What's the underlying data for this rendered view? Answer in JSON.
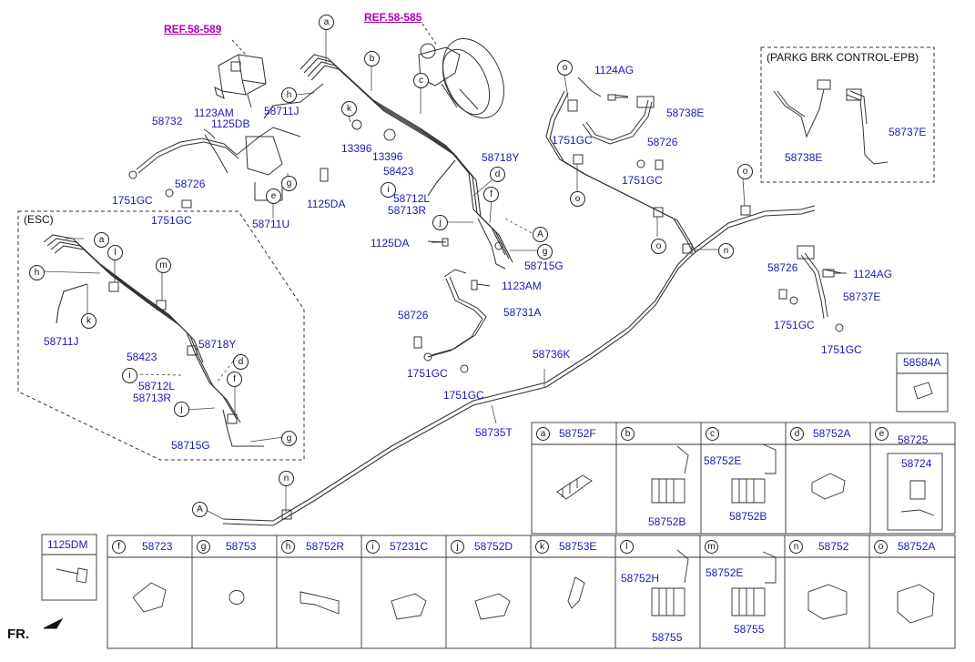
{
  "refs": [
    "REF.58-589",
    "REF.58-585"
  ],
  "group_labels": {
    "esc": "(ESC)",
    "epb": "(PARKG BRK CONTROL-EPB)"
  },
  "front_label": "FR.",
  "callout_letters": {
    "a1": "a",
    "b1": "b",
    "c1": "c",
    "h1": "h",
    "k1": "k",
    "e1": "e",
    "g1": "g",
    "d1": "d",
    "f1": "f",
    "i1": "i",
    "j1": "j",
    "A1": "A",
    "g2": "g",
    "o1": "o",
    "o2": "o",
    "o3": "o",
    "n1": "n",
    "o4": "o",
    "a2": "a",
    "l2": "l",
    "h2": "h",
    "m2": "m",
    "k2": "k",
    "d2": "d",
    "i2": "i",
    "f2": "f",
    "j2": "j",
    "g3": "g",
    "n2": "n",
    "A2": "A"
  },
  "parts": {
    "p58711J": "58711J",
    "p1123AM": "1123AM",
    "p58732": "58732",
    "p1125DB": "1125DB",
    "p13396a": "13396",
    "p13396b": "13396",
    "p58718Y": "58718Y",
    "p58423": "58423",
    "p58712L": "58712L",
    "p58713R": "58713R",
    "p1125DA_a": "1125DA",
    "p58711U": "58711U",
    "p58726_a": "58726",
    "p1751GC_a": "1751GC",
    "p1751GC_b": "1751GC",
    "p1125DA_b": "1125DA",
    "p58715G": "58715G",
    "p1123AM_b": "1123AM",
    "p58731A": "58731A",
    "p58726_b": "58726",
    "p1751GC_c": "1751GC",
    "p1751GC_d": "1751GC",
    "p58736K": "58736K",
    "p58735T": "58735T",
    "p1124AG_a": "1124AG",
    "p58738E": "58738E",
    "p1751GC_e": "1751GC",
    "p58726_c": "58726",
    "p1751GC_f": "1751GC",
    "p58738E_b": "58738E",
    "p58737E": "58737E",
    "p58726_d": "58726",
    "p1124AG_b": "1124AG",
    "p58737E_b": "58737E",
    "p1751GC_g": "1751GC",
    "p1751GC_h": "1751GC",
    "p58584A": "58584A",
    "esc58711J": "58711J",
    "esc58718Y": "58718Y",
    "esc58423": "58423",
    "esc58712L": "58712L",
    "esc58713R": "58713R",
    "esc58715G": "58715G",
    "p1125DM": "1125DM"
  },
  "legend_top": [
    {
      "letter": "a",
      "code": "58752F",
      "subs": []
    },
    {
      "letter": "b",
      "code": "",
      "subs": [
        "58752B"
      ]
    },
    {
      "letter": "c",
      "code": "",
      "subs": [
        "58752E",
        "58752B"
      ]
    },
    {
      "letter": "d",
      "code": "58752A",
      "subs": []
    },
    {
      "letter": "e",
      "code": "58725",
      "subs": [
        "58724"
      ]
    }
  ],
  "legend_bottom": [
    {
      "letter": "f",
      "code": "58723",
      "subs": []
    },
    {
      "letter": "g",
      "code": "58753",
      "subs": []
    },
    {
      "letter": "h",
      "code": "58752R",
      "subs": []
    },
    {
      "letter": "i",
      "code": "57231C",
      "subs": []
    },
    {
      "letter": "j",
      "code": "58752D",
      "subs": []
    },
    {
      "letter": "k",
      "code": "58753E",
      "subs": []
    },
    {
      "letter": "l",
      "code": "",
      "subs": [
        "58752H",
        "58755"
      ]
    },
    {
      "letter": "m",
      "code": "",
      "subs": [
        "58752E",
        "58755"
      ]
    },
    {
      "letter": "n",
      "code": "58752",
      "subs": []
    },
    {
      "letter": "o",
      "code": "58752A",
      "subs": []
    }
  ]
}
